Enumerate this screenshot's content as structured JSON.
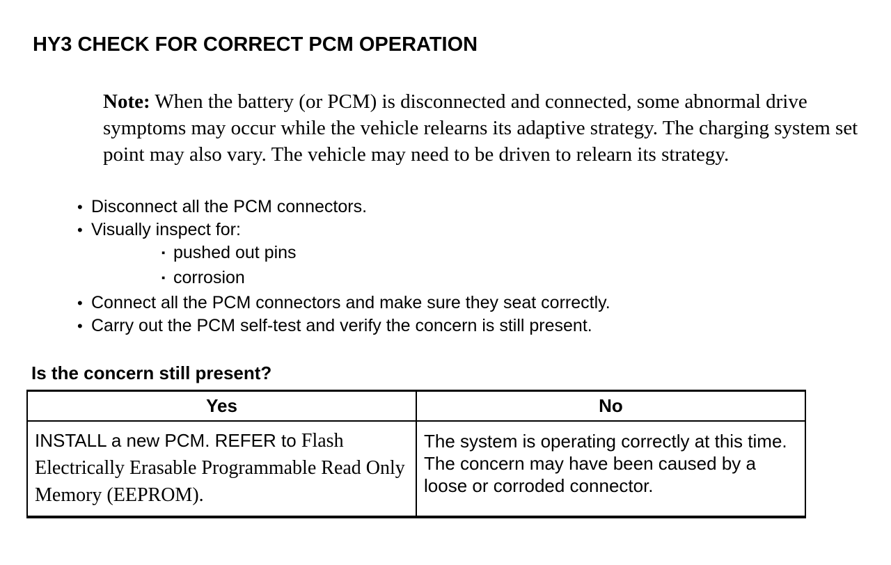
{
  "page": {
    "title": "HY3 CHECK FOR CORRECT PCM OPERATION"
  },
  "note": {
    "label": "Note:",
    "text": " When the battery (or PCM) is disconnected and connected, some abnormal drive symptoms may occur while the vehicle relearns its adaptive strategy. The charging system set point may also vary. The vehicle may need to be driven to relearn its strategy."
  },
  "list": {
    "bullet_char": "•",
    "sub_bullet_char": "▪",
    "items": [
      {
        "level": 1,
        "text": "Disconnect all the PCM connectors."
      },
      {
        "level": 1,
        "text": "Visually inspect for:"
      },
      {
        "level": 2,
        "text": "pushed out pins"
      },
      {
        "level": 2,
        "text": "corrosion"
      },
      {
        "level": 1,
        "text": "Connect all the PCM connectors and make sure they seat correctly."
      },
      {
        "level": 1,
        "text": "Carry out the PCM self-test and verify the concern is still present."
      }
    ]
  },
  "question": "Is the concern still present?",
  "decision_table": {
    "headers": [
      "Yes",
      "No"
    ],
    "yes_action": {
      "lead": "INSTALL a new PCM. REFER to ",
      "reference": "Flash Electrically Erasable Programmable Read Only Memory (EEPROM)."
    },
    "no_action": "The system is operating correctly at this time. The concern may have been caused by a loose or corroded connector."
  }
}
